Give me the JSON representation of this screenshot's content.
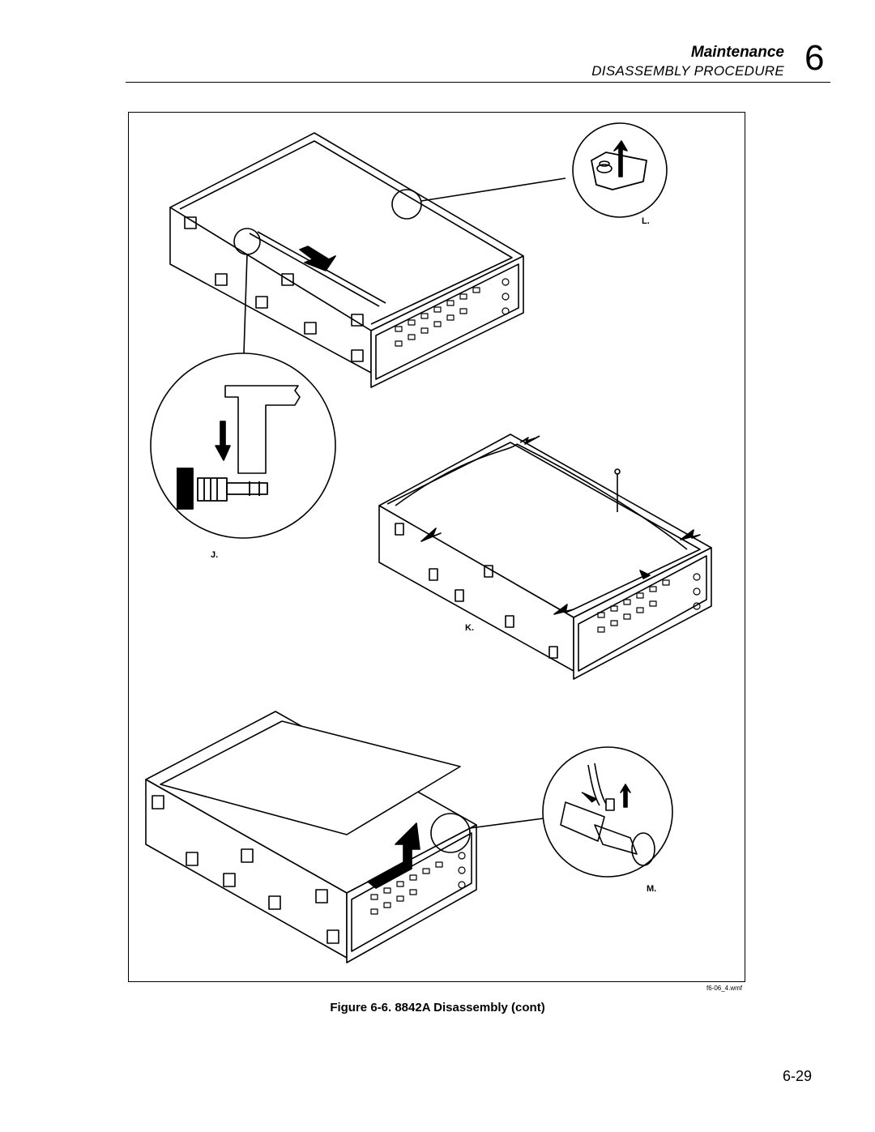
{
  "header": {
    "section": "Maintenance",
    "subsection": "DISASSEMBLY PROCEDURE",
    "chapter": "6"
  },
  "figure": {
    "steps": [
      {
        "id": "L",
        "label": "L."
      },
      {
        "id": "J",
        "label": "J."
      },
      {
        "id": "K",
        "label": "K."
      },
      {
        "id": "M",
        "label": "M."
      }
    ],
    "file_ref": "f6-06_4.wmf",
    "caption": "Figure 6-6. 8842A Disassembly (cont)"
  },
  "page_number": "6-29"
}
